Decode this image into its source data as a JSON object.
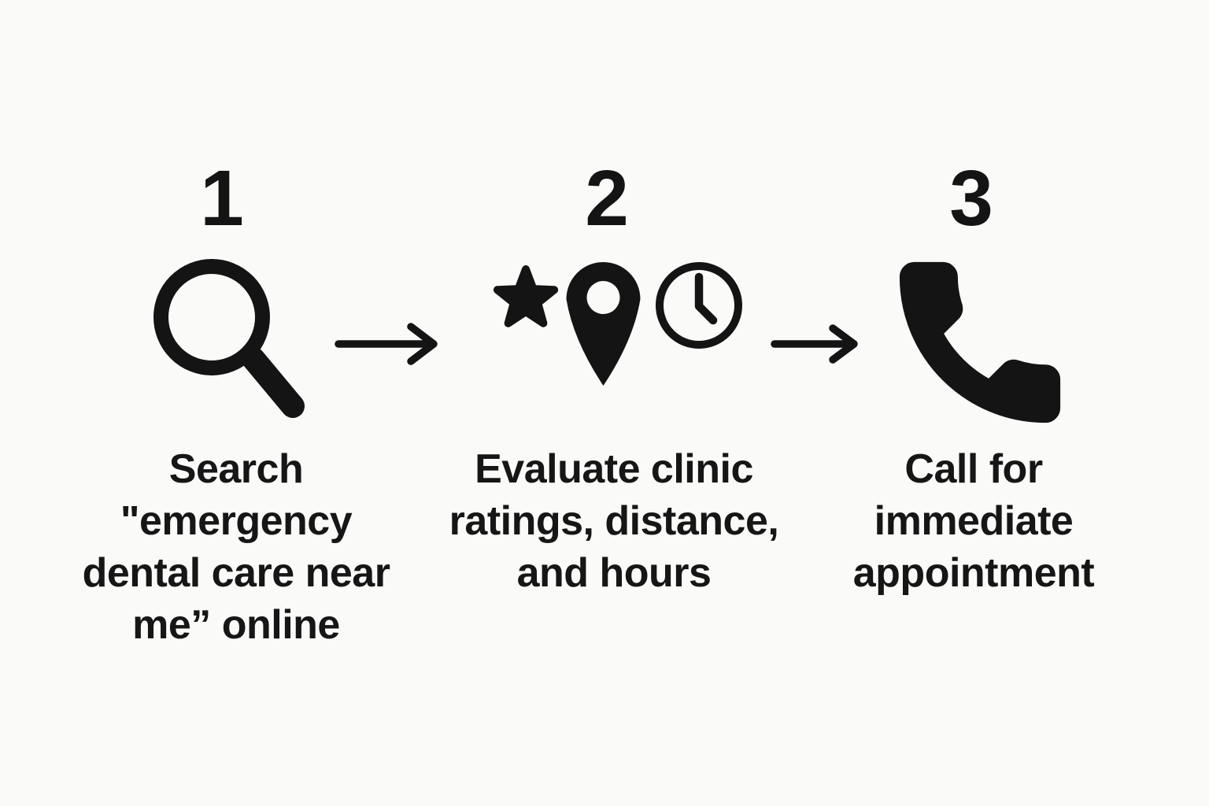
{
  "colors": {
    "background": "#fafaf8",
    "ink": "#141414"
  },
  "figure": {
    "type": "process-infographic",
    "steps": [
      {
        "number": "1",
        "icon": "magnifying-glass",
        "label": "Search \"emergency dental care near me” online",
        "label_lines": [
          "Search",
          "\"emergency",
          "dental care near",
          "me”  online"
        ]
      },
      {
        "number": "2",
        "icons": [
          "star",
          "map-pin",
          "clock"
        ],
        "label": "Evaluate clinic ratings, distance, and hours",
        "label_lines": [
          "Evaluate clinic",
          "ratings, distance,",
          "and hours"
        ]
      },
      {
        "number": "3",
        "icon": "phone-handset",
        "label": "Call for immediate appointment",
        "label_lines": [
          "Call for",
          "immediate",
          "appointment"
        ]
      }
    ],
    "connectors": [
      "arrow-right",
      "arrow-right"
    ]
  }
}
